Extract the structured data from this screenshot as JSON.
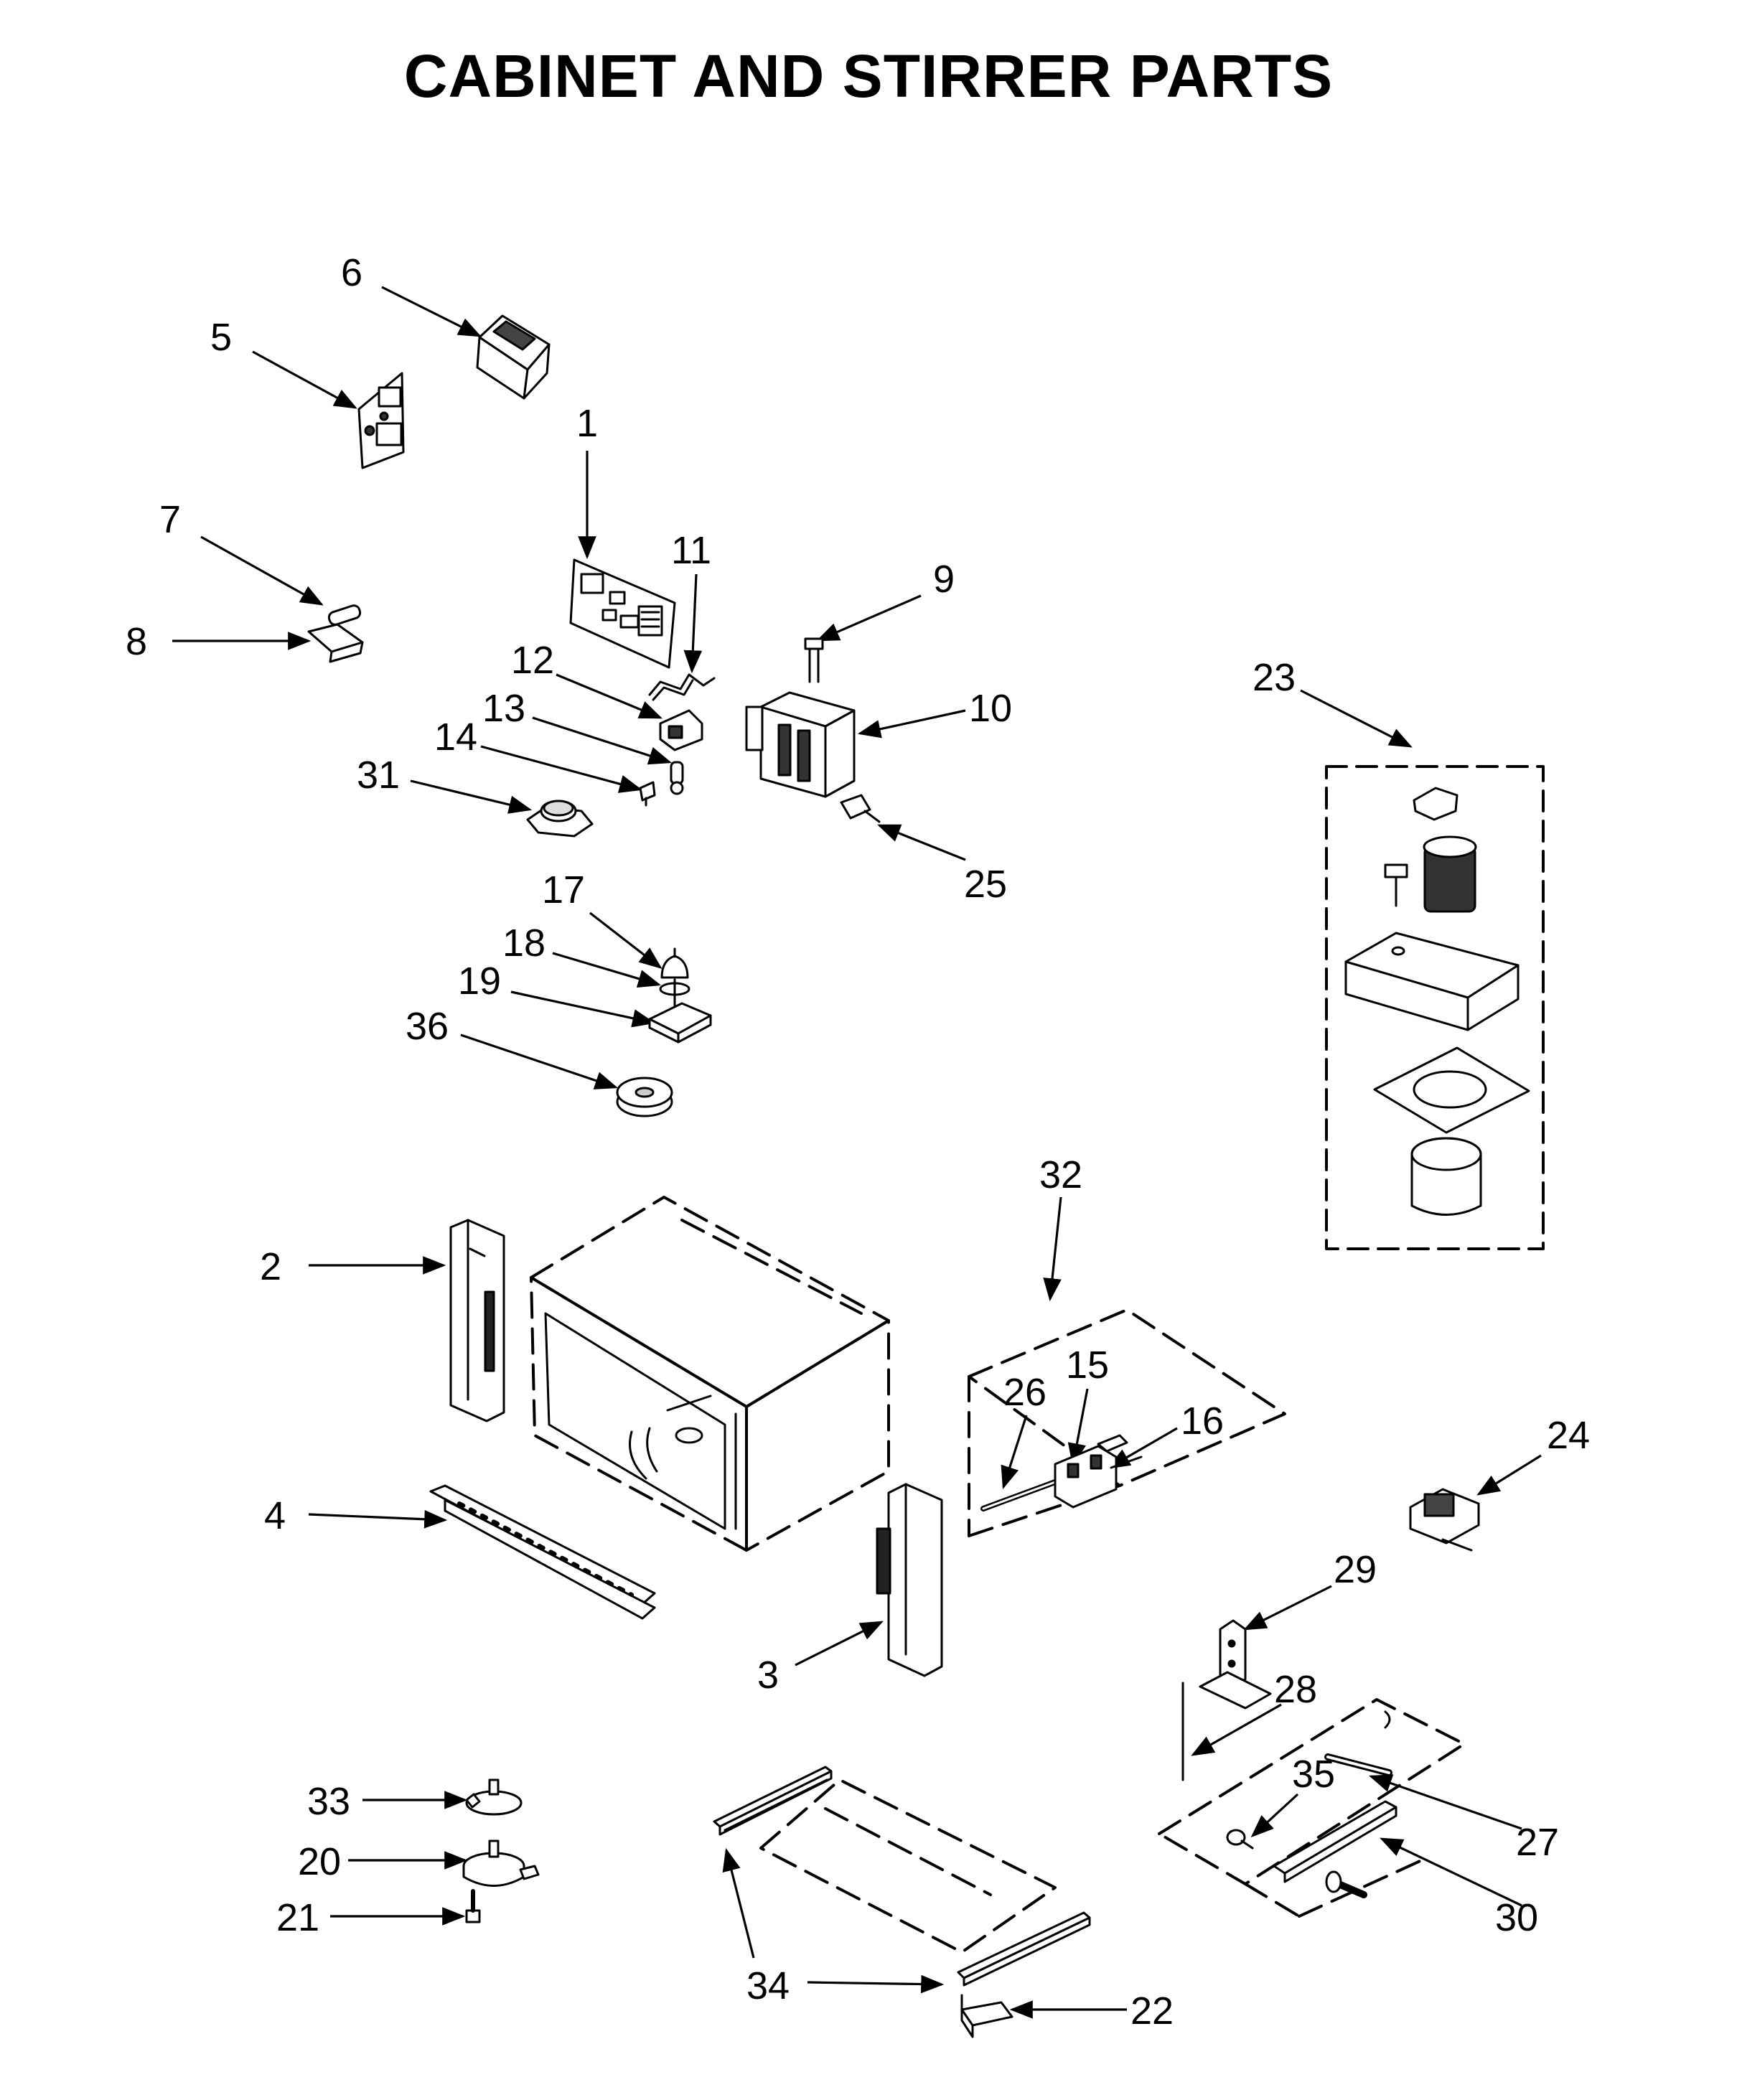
{
  "title": "CABINET AND STIRRER PARTS",
  "callouts": {
    "c1": "1",
    "c2": "2",
    "c3": "3",
    "c4": "4",
    "c5": "5",
    "c6": "6",
    "c7": "7",
    "c8": "8",
    "c9": "9",
    "c10": "10",
    "c11": "11",
    "c12": "12",
    "c13": "13",
    "c14": "14",
    "c15": "15",
    "c16": "16",
    "c17": "17",
    "c18": "18",
    "c19": "19",
    "c20": "20",
    "c21": "21",
    "c22": "22",
    "c23": "23",
    "c24": "24",
    "c25": "25",
    "c26": "26",
    "c27": "27",
    "c28": "28",
    "c29": "29",
    "c30": "30",
    "c31": "31",
    "c32": "32",
    "c33": "33",
    "c34": "34",
    "c35": "35",
    "c36": "36"
  }
}
